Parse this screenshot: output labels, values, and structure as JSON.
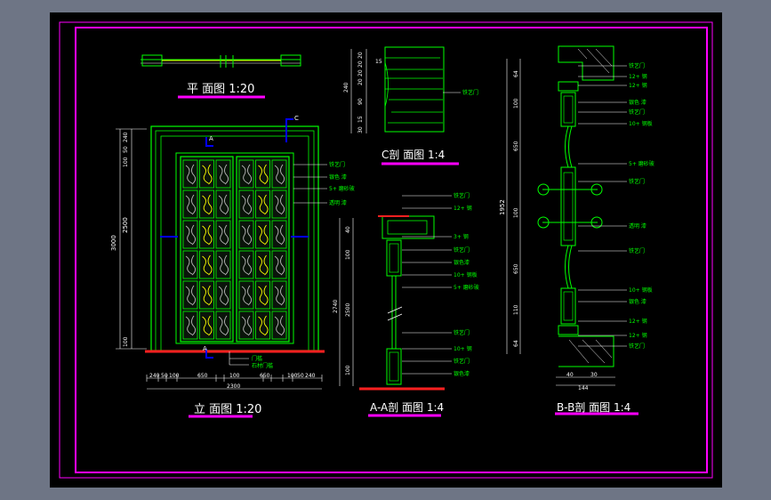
{
  "colors": {
    "background": "#6e7585",
    "paper": "#000000",
    "frame": "#ff00ff",
    "line": "#00ff00",
    "dim": "#ffffff",
    "accent": "#ffff00",
    "marker": "#0000ff",
    "floor": "#ff2020"
  },
  "titles": {
    "plan": "平 面图  1:20",
    "elevation": "立 面图  1:20",
    "sectionA": "A-A剖 面图  1:4",
    "sectionB": "B-B剖 面图  1:4",
    "sectionC": "C剖 面图  1:4"
  },
  "markers": {
    "a_top": "A",
    "a_bottom": "A",
    "c_top": "C"
  },
  "elevation": {
    "bottom_dims": [
      "240",
      "50",
      "100",
      "650",
      "100",
      "650",
      "100",
      "50",
      "240"
    ],
    "total_width": "2300",
    "left_dims_outer": "3000",
    "left_dims_mid": "2500",
    "left_dims_top": [
      "100",
      "50",
      "240"
    ],
    "left_bottom": "100",
    "notes_right": [
      "铁艺门",
      "银色 漆",
      "5+ 磨砂玻",
      "透明 漆"
    ],
    "notes_bottom": [
      "门槛",
      "石材门槛"
    ]
  },
  "sectionC": {
    "left_dims": [
      "20",
      "20",
      "20",
      "20",
      "240",
      "90",
      "15",
      "30"
    ],
    "top_dim": "15",
    "note": "铁艺门"
  },
  "sectionA": {
    "left_dims": [
      "40",
      "100",
      "2500",
      "2740",
      "100"
    ],
    "notes": [
      "铁艺门",
      "12+ 钢",
      "3+ 钢",
      "铁艺门",
      "银色漆",
      "10+ 钢板",
      "5+ 磨砂玻",
      "铁艺门",
      "10+ 钢",
      "铁艺门",
      "银色漆"
    ]
  },
  "sectionB": {
    "left_dims": [
      "64",
      "100",
      "650",
      "100",
      "650",
      "110",
      "64"
    ],
    "total": "1952",
    "bottom_dims": [
      "40",
      "30"
    ],
    "bottom_total": "144",
    "notes": [
      "铁艺门",
      "12+ 钢",
      "12+ 钢",
      "银色 漆",
      "铁艺门",
      "10+ 钢板",
      "5+ 磨砂玻",
      "铁艺门",
      "透明 漆",
      "铁艺门",
      "10+ 钢板",
      "银色 漆",
      "12+ 钢",
      "12+ 钢",
      "铁艺门"
    ]
  }
}
